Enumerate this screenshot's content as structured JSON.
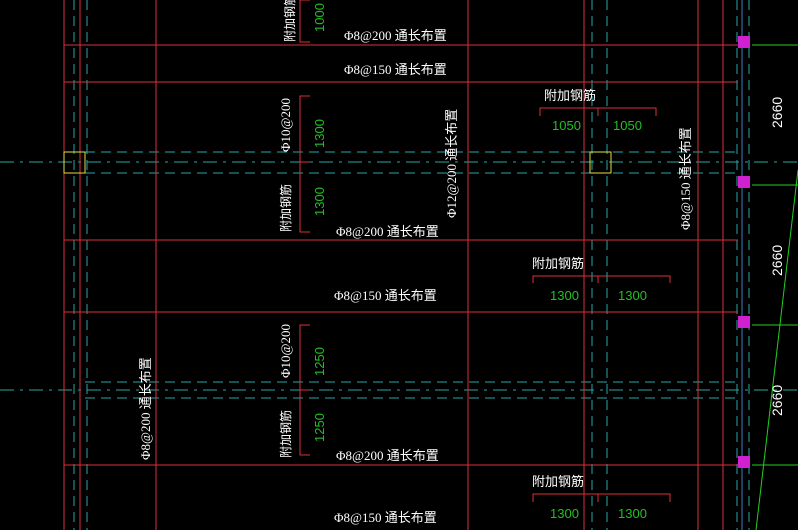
{
  "colors": {
    "background": "#000000",
    "beam": "#d9303a",
    "axis": "#2aa6a6",
    "rebar_text": "#ffffff",
    "dim_text": "#21c021",
    "column": "#e0e040",
    "hatch": "#d020d0",
    "gridline": "#20d020"
  },
  "labels": {
    "top_1000": "1000",
    "top_fj": "附加钢筋",
    "row1_p8_200": "Φ8@200 通长布置",
    "row1_p8_150": "Φ8@150 通长布置",
    "row2_p10_200": "Φ10@200",
    "row2_1300a": "1300",
    "row2_1300b": "1300",
    "row2_fj_left": "附加钢筋",
    "row2_p8_200": "Φ8@200 通长布置",
    "row2_p12_200": "Φ12@200 通长布置",
    "row2_fj_mid": "附加钢筋",
    "row2_1050a": "1050",
    "row2_1050b": "1050",
    "right_p8_150": "Φ8@150 通长布置",
    "row3_fj_mid": "附加钢筋",
    "row3_1300a": "1300",
    "row3_1300b": "1300",
    "row3_p8_150": "Φ8@150 通长布置",
    "left_p8_200": "Φ8@200 通长布置",
    "row4_p10_200": "Φ10@200",
    "row4_1250a": "1250",
    "row4_1250b": "1250",
    "row4_fj_left": "附加钢筋",
    "row4_p8_200": "Φ8@200 通长布置",
    "row5_fj_mid": "附加钢筋",
    "row5_1300a": "1300",
    "row5_1300b": "1300",
    "row5_p8_150": "Φ8@150 通长布置",
    "dim_2660_a": "2660",
    "dim_2660_b": "2660",
    "dim_2660_c": "2660"
  }
}
